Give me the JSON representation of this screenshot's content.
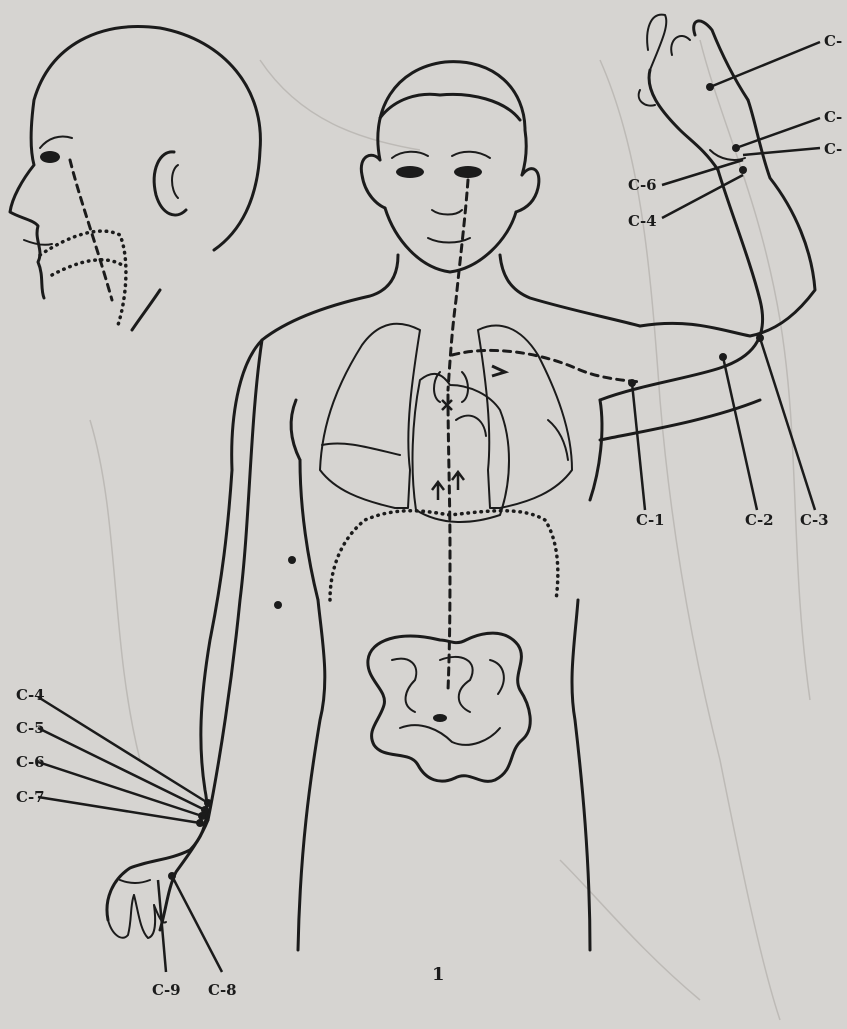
{
  "figure": {
    "page_number": "1",
    "arm_labels": {
      "top": [
        "C-",
        "C-",
        "C-",
        "C-6",
        "C-4"
      ],
      "bottom": [
        "C-1",
        "C-2",
        "C-3"
      ]
    },
    "hand_labels": {
      "wrist": [
        "C-4",
        "C-5",
        "C-6",
        "C-7"
      ],
      "fingers": [
        "C-9",
        "C-8"
      ]
    },
    "ink_color": "#1b1b1b",
    "paper_color": "#d6d4d1"
  }
}
